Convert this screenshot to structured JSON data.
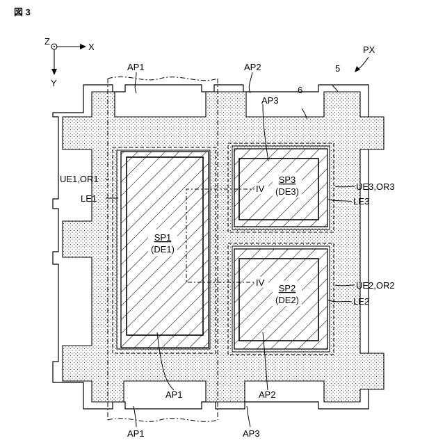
{
  "figure": {
    "title": "図 3",
    "axes": {
      "z": "Z",
      "x": "X",
      "y": "Y"
    },
    "labels": {
      "px": "PX",
      "n5": "5",
      "n6": "6",
      "ap1_top": "AP1",
      "ap2_top": "AP2",
      "ap3_top": "AP3",
      "ue1": "UE1,OR1",
      "le1": "LE1",
      "ue3": "UE3,OR3",
      "le3": "LE3",
      "ue2": "UE2,OR2",
      "le2": "LE2",
      "sp1": "SP1",
      "de1": "(DE1)",
      "sp2": "SP2",
      "de2": "(DE2)",
      "sp3": "SP3",
      "de3": "(DE3)",
      "iv_top": "IV",
      "iv_bottom": "IV",
      "ap1_mid": "AP1",
      "ap2_mid": "AP2",
      "ap1_bottom": "AP1",
      "ap3_bottom": "AP3"
    }
  }
}
